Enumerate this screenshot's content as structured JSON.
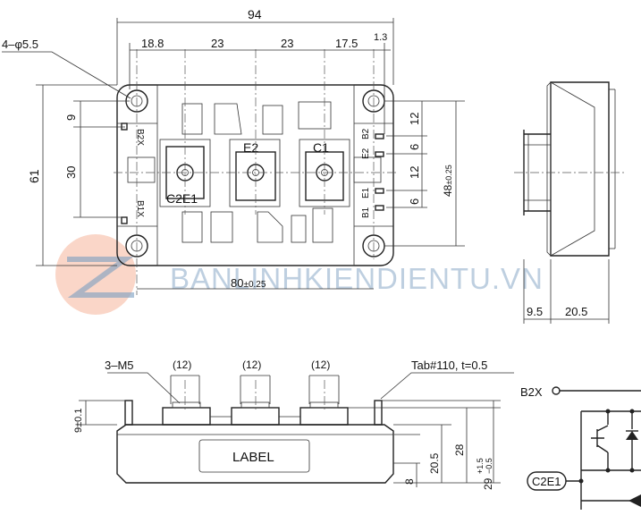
{
  "top_view": {
    "dims": {
      "overall_width": "94",
      "pitch_1": "18.8",
      "pitch_2": "23",
      "pitch_3": "23",
      "pitch_4": "17.5",
      "pitch_5": "1.3",
      "hole_callout": "4–φ5.5",
      "overall_height": "61",
      "side_9": "9",
      "side_30": "30",
      "right_12a": "12",
      "right_6a": "6",
      "right_12b": "12",
      "right_6b": "6",
      "mount_height_main": "48",
      "mount_height_tol": "±0.25",
      "mount_width_main": "80",
      "mount_width_tol": "±0.25"
    },
    "labels": {
      "e2": "E2",
      "c1": "C1",
      "c2e1": "C2E1",
      "b2x": "B2X",
      "b1x": "B1X",
      "pin_e2": "E2",
      "pin_b2": "B2",
      "pin_e1": "E1",
      "pin_b1": "B1"
    }
  },
  "side_view": {
    "dims": {
      "depth_a": "9.5",
      "depth_b": "20.5"
    }
  },
  "front_view": {
    "dims": {
      "screw": "3–M5",
      "t1": "(12)",
      "t2": "(12)",
      "t3": "(12)",
      "tab": "Tab#110, t=0.5",
      "tab_height": "9±0.1",
      "body_8": "8",
      "body_20_5": "20.5",
      "body_28": "28",
      "total_main": "29",
      "total_tol_plus": "+1.5",
      "total_tol_minus": "−0.5"
    },
    "label_text": "LABEL"
  },
  "schematic": {
    "terminal_b2x": "B2X",
    "terminal_c2e1": "C2E1"
  },
  "watermark": "BANLINHKIENDIENTU.VN",
  "colors": {
    "line": "#222222",
    "watermark_blue": "#8aa9c8",
    "watermark_orange": "#f08a60"
  }
}
